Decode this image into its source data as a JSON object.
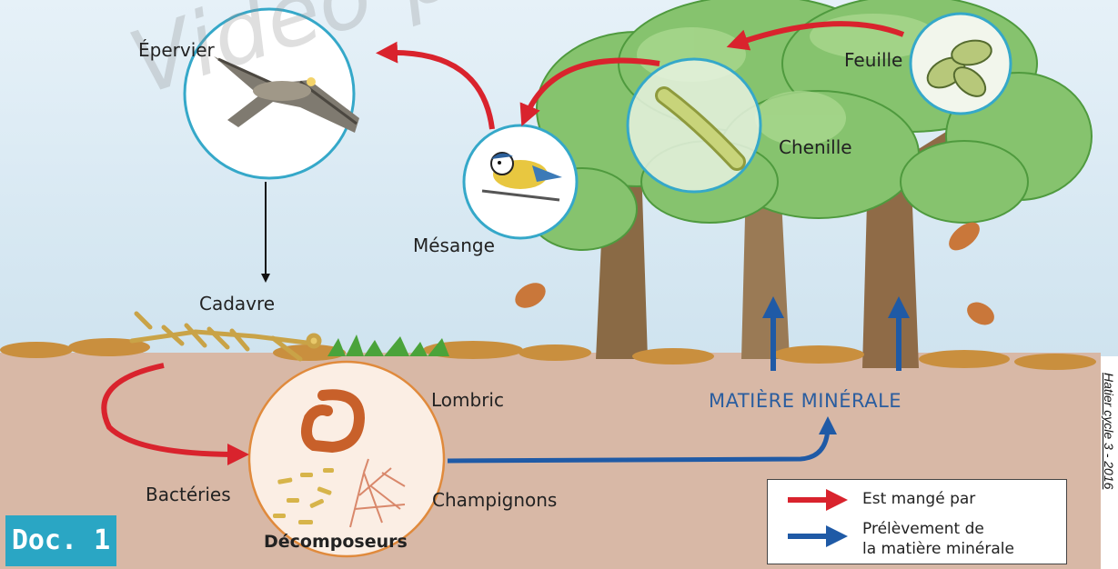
{
  "labels": {
    "epervier": "Épervier",
    "mesange": "Mésange",
    "chenille": "Chenille",
    "feuille": "Feuille",
    "cadavre": "Cadavre",
    "lombric": "Lombric",
    "bacteries": "Bactéries",
    "champignons": "Champignons",
    "decomposeurs": "Décomposeurs",
    "matiere_minerale": "MATIÈRE MINÉRALE"
  },
  "badge": "Doc. 1",
  "legend": {
    "eaten_by": "Est mangé par",
    "uptake_line1": "Prélèvement de",
    "uptake_line2": "la matière minérale"
  },
  "credit": "Hatier cycle 3 - 2016",
  "watermark": "Vidéo-p",
  "colors": {
    "red_arrow": "#d9232d",
    "blue_arrow": "#1f5aa6",
    "circle_border": "#35a8c9",
    "soil": "#d8b8a6",
    "sky": "#dcebf5",
    "badge": "#2aa6c4"
  },
  "icons": [
    "hawk-icon",
    "tit-bird-icon",
    "caterpillar-icon",
    "oak-leaf-icon",
    "earthworm-icon",
    "bacteria-icon",
    "fungi-icon",
    "skeleton-icon",
    "tree-icon"
  ]
}
